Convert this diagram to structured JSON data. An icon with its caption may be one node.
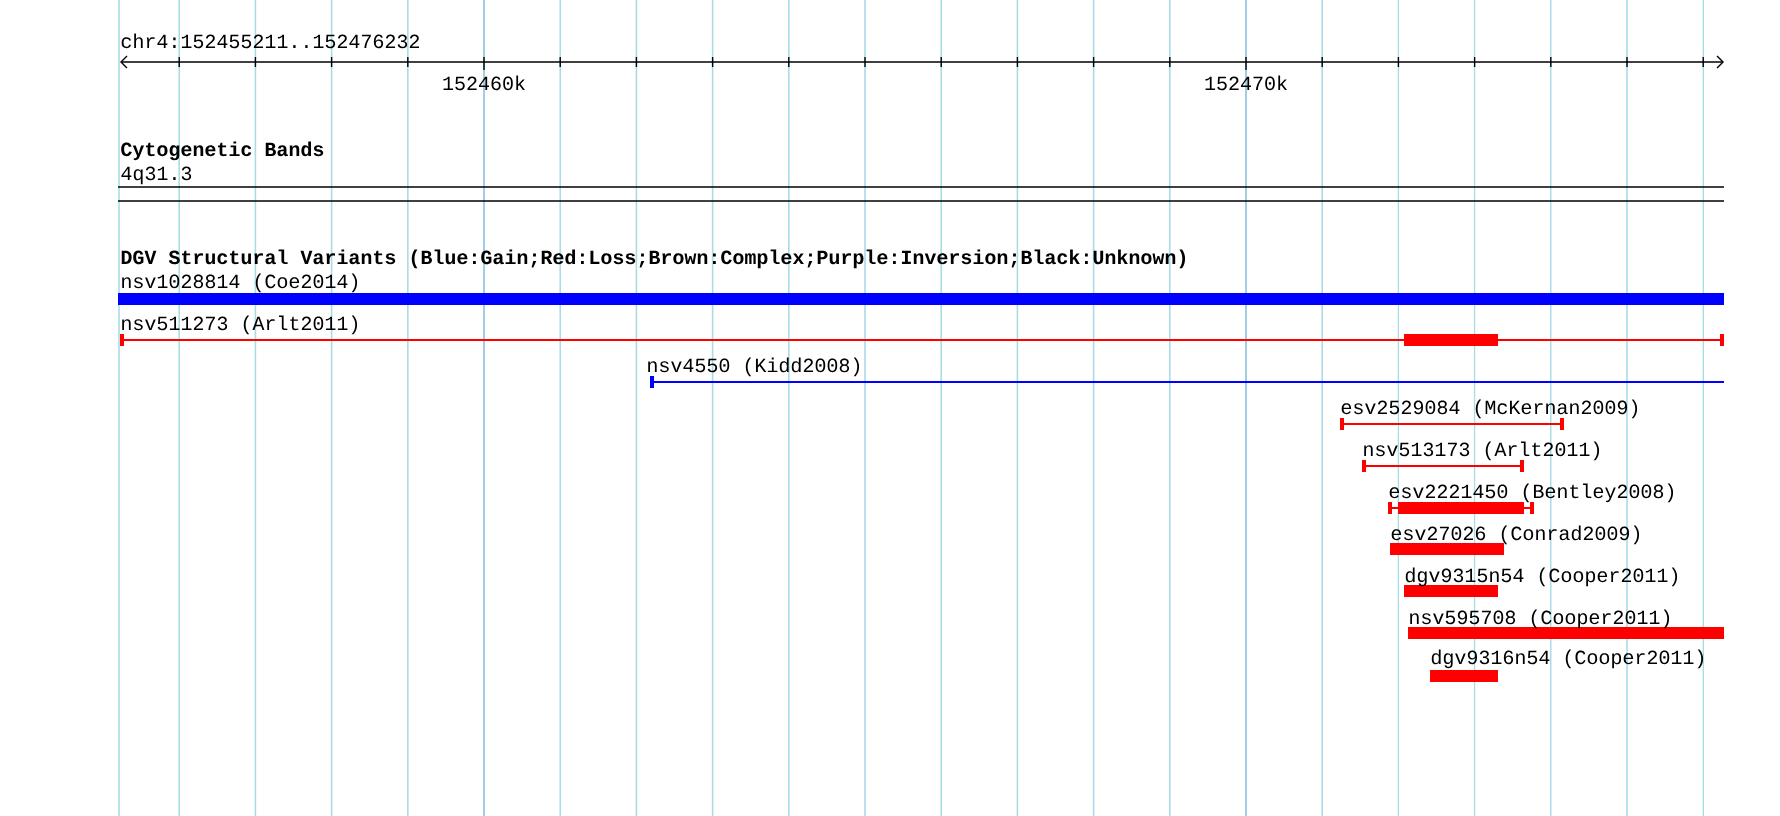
{
  "diagram": {
    "nodes": [
      {
        "text": [
          "nsv1028814 (Coe2014)"
        ]
      },
      {
        "text": [
          "nsv511273 (Arlt2011)"
        ]
      },
      {
        "text": [
          "nsv4550 (Kidd2008)"
        ]
      },
      {
        "text": [
          "esv2529084 (McKernan2009)"
        ]
      },
      {
        "text": [
          "nsv513173 (Arlt2011)"
        ]
      },
      {
        "text": [
          "esv2221450 (Bentley2008)"
        ]
      },
      {
        "text": [
          "esv27026 (Conrad2009)"
        ]
      },
      {
        "text": [
          "dgv9315n54 (Cooper2011)"
        ]
      },
      {
        "text": [
          "nsv595708 (Cooper2011)"
        ]
      },
      {
        "text": [
          "dgv9316n54 (Cooper2011)"
        ]
      }
    ],
    "labels": [
      "chr4:152455211..152476232",
      "152460k",
      "152470k",
      "Cytogenetic Bands",
      "4q31.3",
      "DGV Structural Variants (Blue:Gain;Red:Loss;Brown:Complex;Purple:Inversion;Black:Unknown)"
    ]
  }
}
